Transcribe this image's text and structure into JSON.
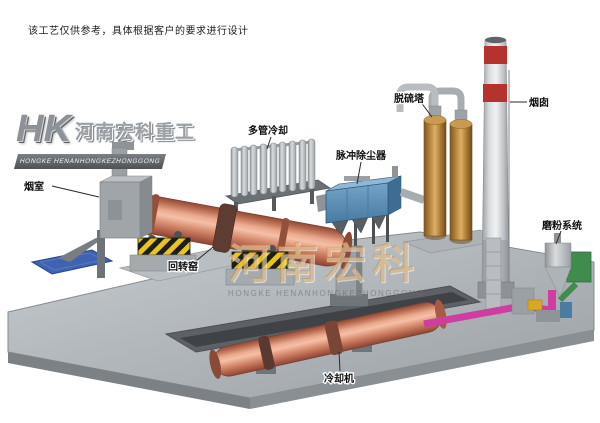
{
  "page": {
    "disclaimer": "该工艺仅供参考，具体根据客户的要求进行设计"
  },
  "logo": {
    "monogram": "HK",
    "company_cn": "河南宏科重工",
    "company_en": "HONGKE HENANHONGKEZHONGGONG"
  },
  "watermark": {
    "text_cn": "河南宏科",
    "text_en": "HONGKE HENANHONGKEZHONGGONG"
  },
  "labels": {
    "smoke_chamber": "烟室",
    "multi_tube_cooler": "多管冷却",
    "pulse_dust_collector": "脉冲除尘器",
    "desulfurization_tower": "脱硫塔",
    "chimney": "烟囱",
    "grinding_system": "磨粉系统",
    "rotary_kiln": "回转窑",
    "cooler": "冷却机"
  },
  "colors": {
    "kiln_shell": "#d88a6e",
    "dust_collector": "#5e92b8",
    "desulfurization_tower": "#c08a3e",
    "chimney_band": "#b5332c",
    "platform": "#aab0b4",
    "pipe_magenta": "#cf3da0",
    "pipe_green": "#3f8c4e",
    "foundation_pad": "#3f63b0",
    "hazard_yellow": "#e8c619"
  }
}
